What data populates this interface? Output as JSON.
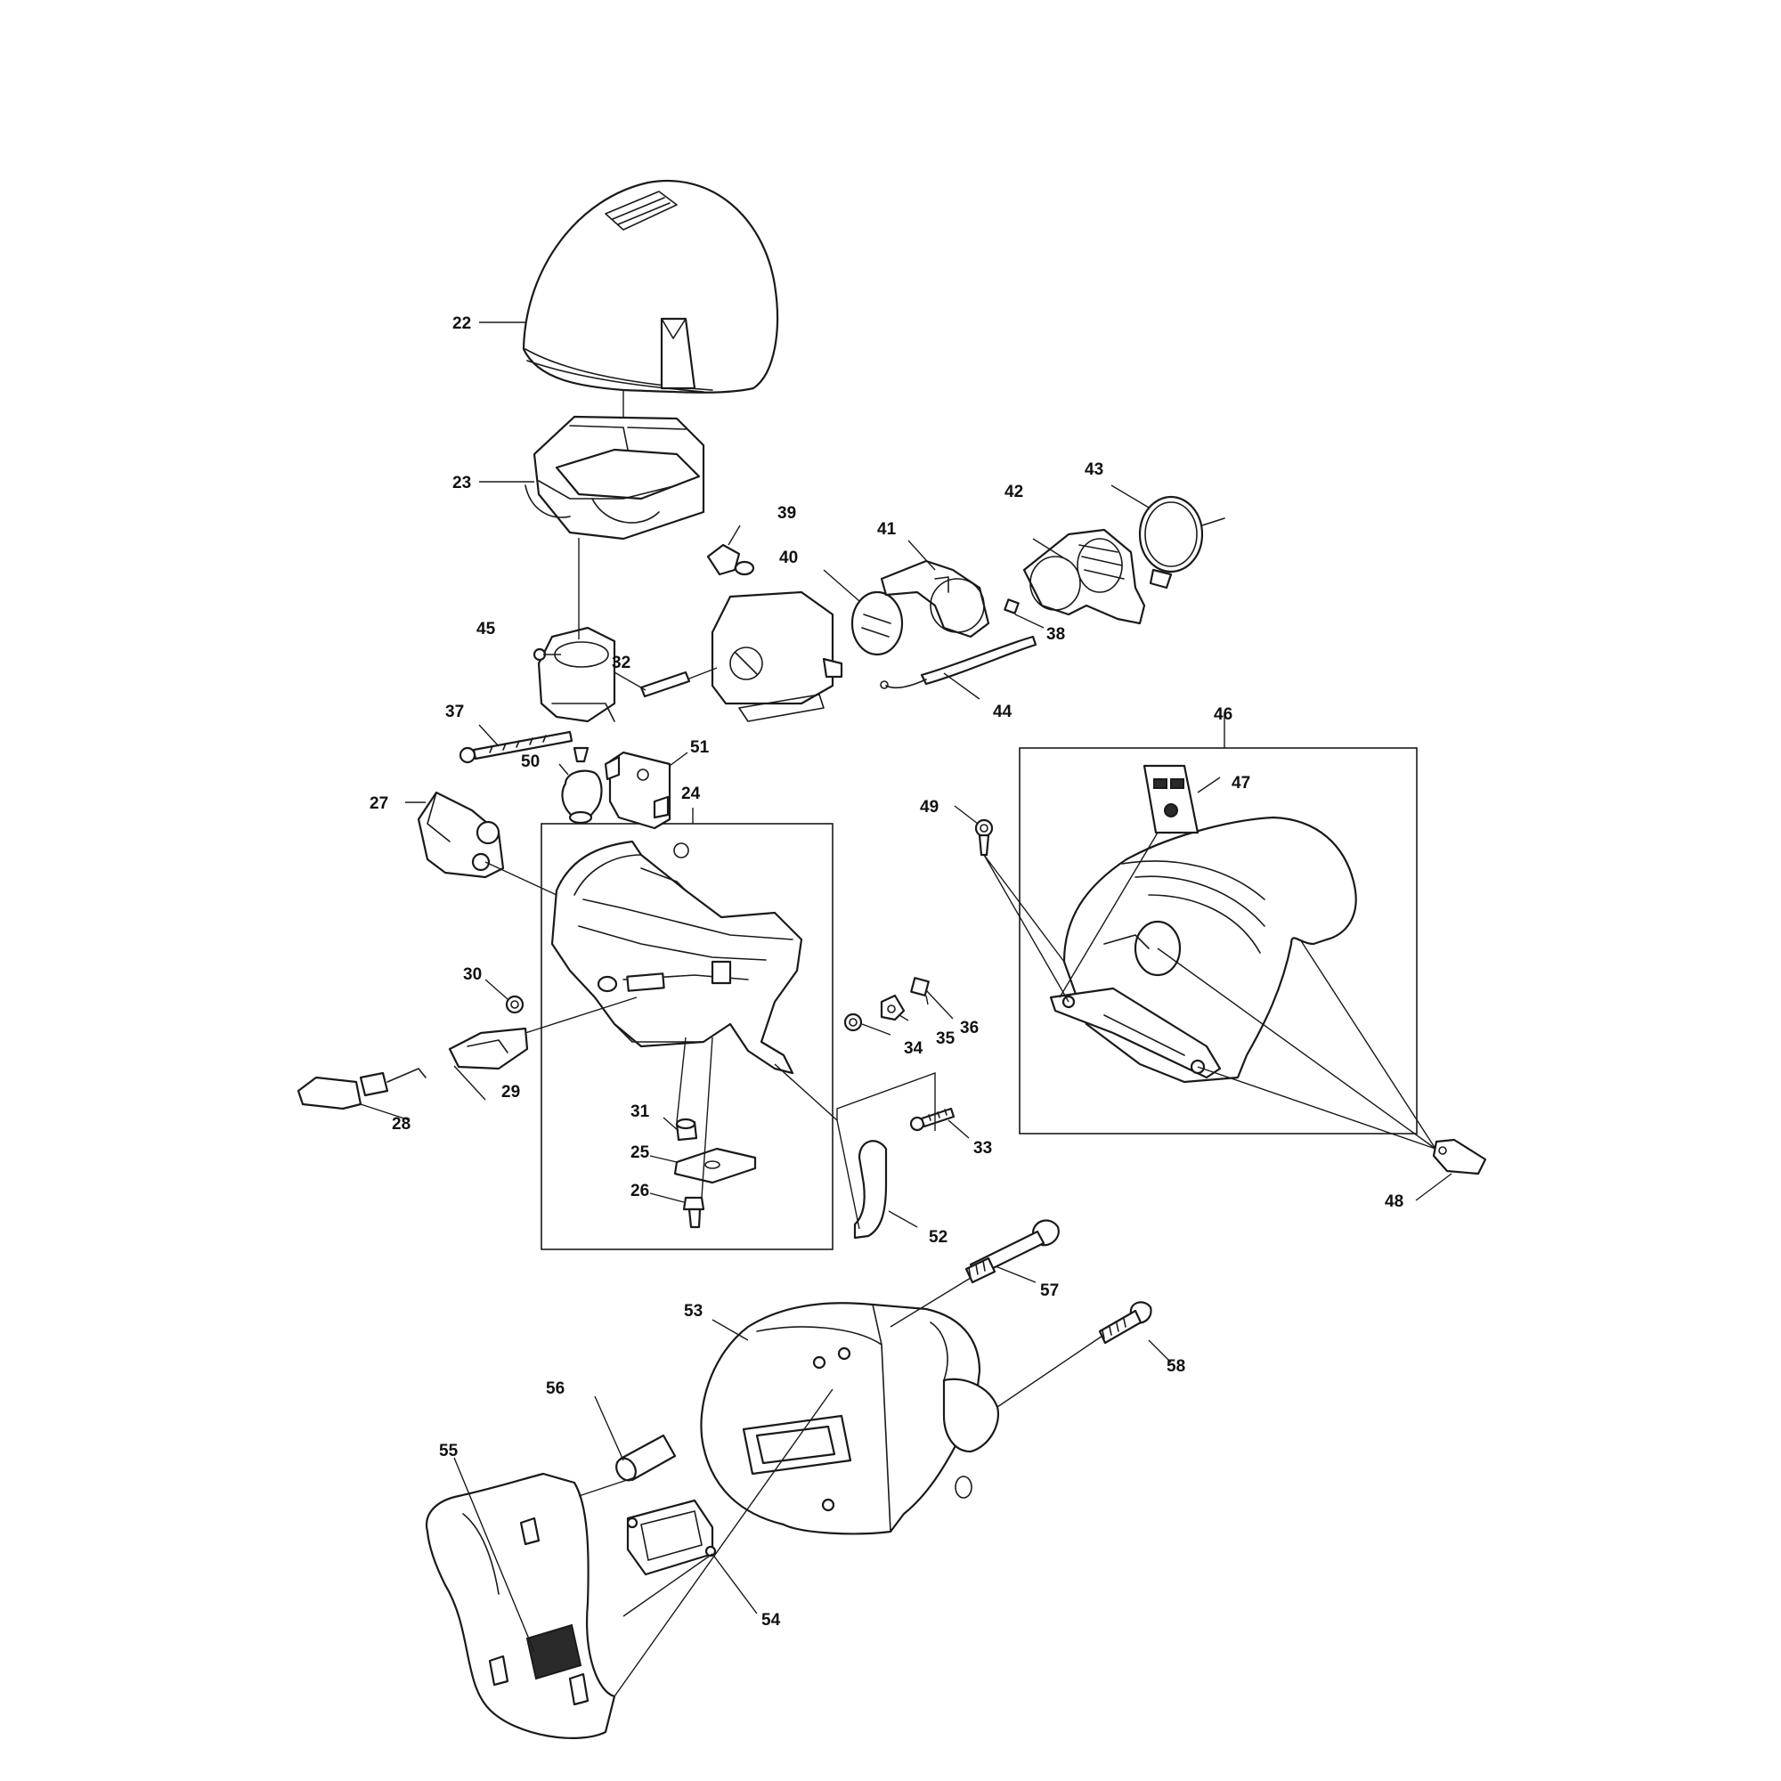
{
  "diagram": {
    "callouts": {
      "p22": "22",
      "p23": "23",
      "p24": "24",
      "p25": "25",
      "p26": "26",
      "p27": "27",
      "p28": "28",
      "p29": "29",
      "p30": "30",
      "p31": "31",
      "p32": "32",
      "p33": "33",
      "p34": "34",
      "p35": "35",
      "p36": "36",
      "p37": "37",
      "p38": "38",
      "p39": "39",
      "p40": "40",
      "p41": "41",
      "p42": "42",
      "p43": "43",
      "p44": "44",
      "p45": "45",
      "p46": "46",
      "p47": "47",
      "p48": "48",
      "p49": "49",
      "p50": "50",
      "p51": "51",
      "p52": "52",
      "p53": "53",
      "p54": "54",
      "p55": "55",
      "p56": "56",
      "p57": "57",
      "p58": "58"
    }
  }
}
